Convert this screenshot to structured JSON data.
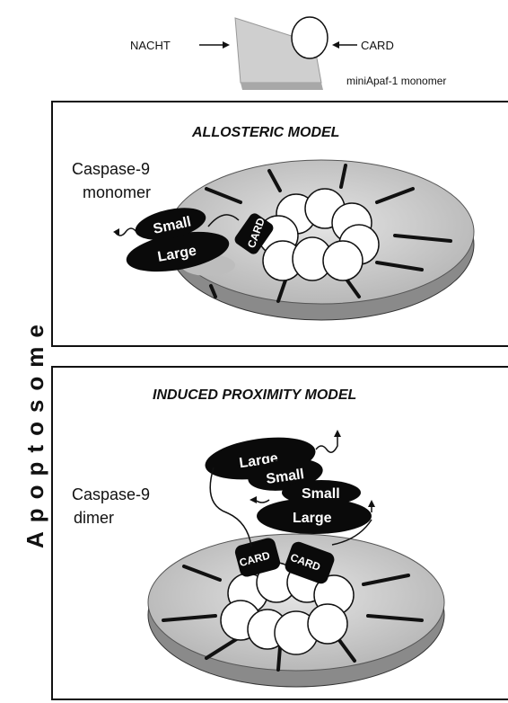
{
  "legend": {
    "nacht_label": "NACHT",
    "card_label": "CARD",
    "monomer_label": "miniApaf-1  monomer"
  },
  "side_label": "Apoptosome",
  "panels": [
    {
      "title": "ALLOSTERIC MODEL",
      "caspase_label_line1": "Caspase-9",
      "caspase_label_line2": "monomer",
      "small_label": "Small",
      "large_label": "Large",
      "card_label": "CARD"
    },
    {
      "title": "INDUCED PROXIMITY  MODEL",
      "caspase_label_line1": "Caspase-9",
      "caspase_label_line2": "dimer",
      "large_label_1": "Large",
      "small_label_1": "Small",
      "small_label_2": "Small",
      "large_label_2": "Large",
      "card_label_1": "CARD",
      "card_label_2": "CARD"
    }
  ],
  "colors": {
    "disc_top": "#c8c8c8",
    "disc_side": "#8a8a8a",
    "nacht_fill": "#cfcfcf",
    "subunit_fill": "#0a0a0a",
    "outline": "#111111"
  }
}
